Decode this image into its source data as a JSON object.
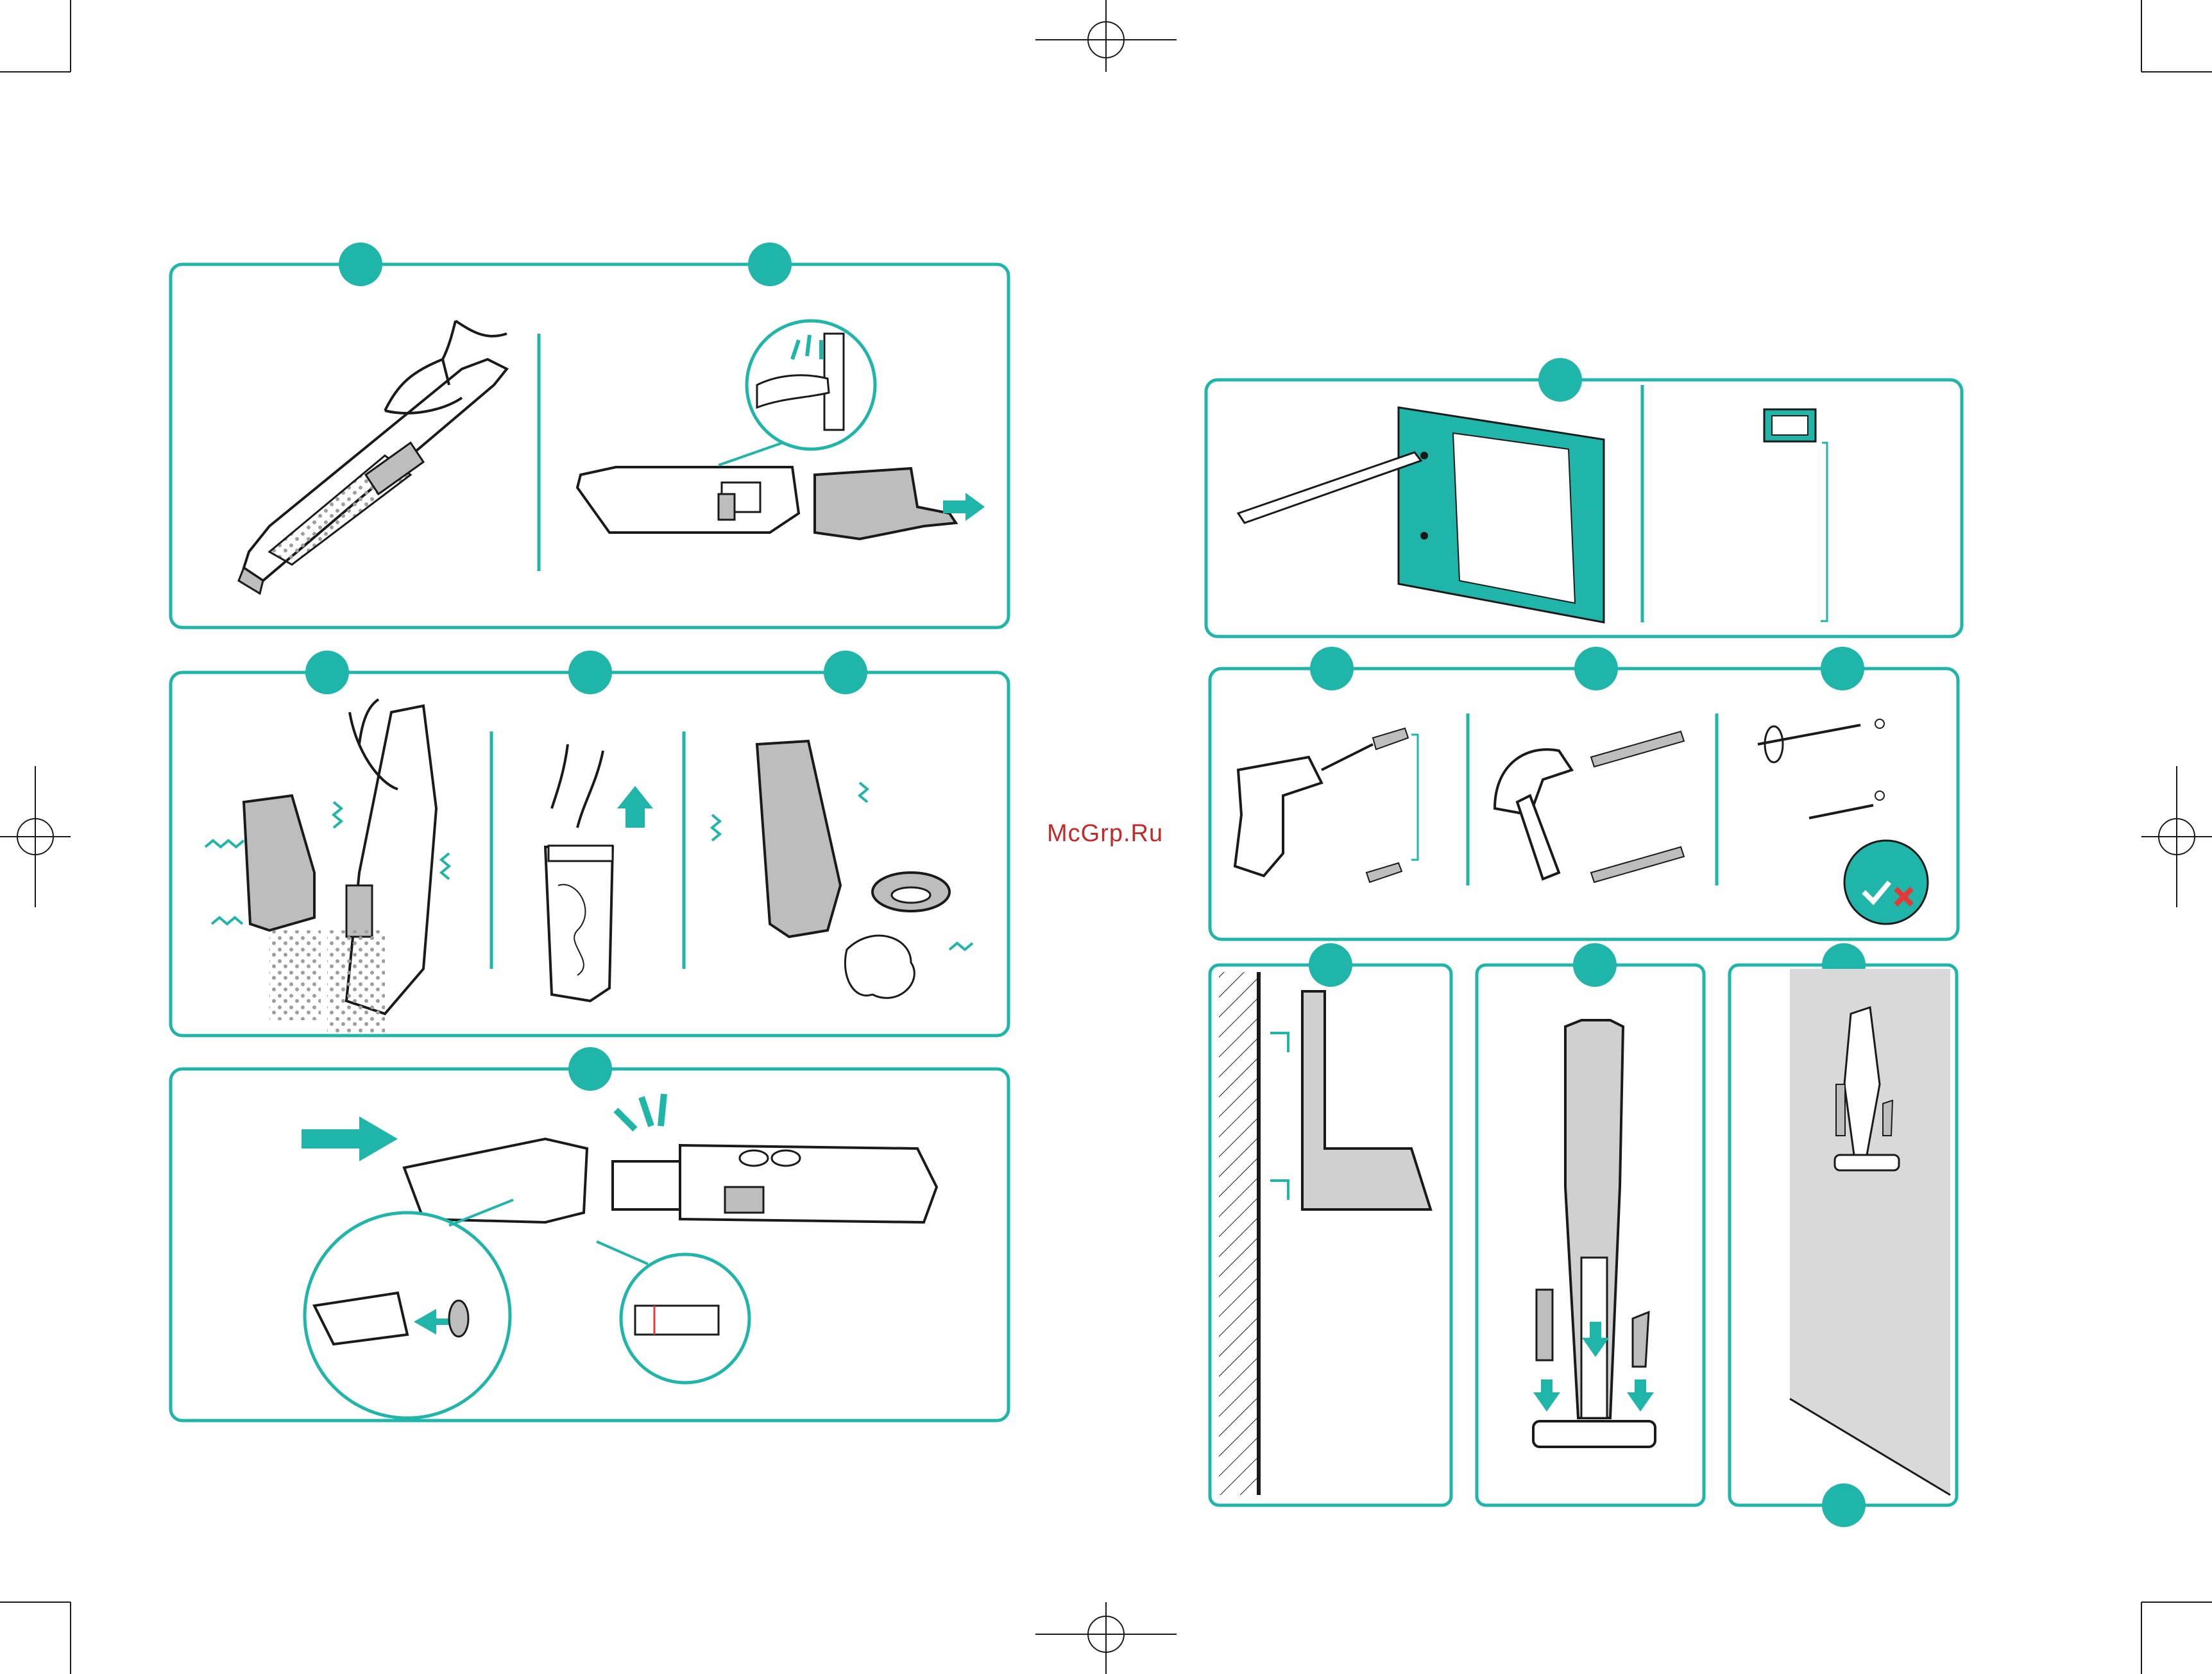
{
  "watermark": {
    "text": "McGrp.Ru"
  },
  "colors": {
    "accent": "#1fb5a8",
    "accent_dark": "#0f9a8e",
    "outline": "#1a1a1a",
    "device_grey": "#bdbdbd",
    "wall_grey": "#d9d9d9",
    "error_red": "#e53935"
  },
  "panels": [
    {
      "id": "empty-dust-bin",
      "steps": 2,
      "icons": [
        "hand-icon",
        "vacuum-icon",
        "release-button-icon",
        "arrow-right-icon"
      ]
    },
    {
      "id": "clean-filter",
      "steps": 3,
      "icons": [
        "shake-icon",
        "dust-icon",
        "filter-bag-icon",
        "arrow-up-icon"
      ]
    },
    {
      "id": "reassemble",
      "steps": 1,
      "icons": [
        "arrow-right-icon",
        "click-icon",
        "detail-zoom-icon"
      ]
    },
    {
      "id": "wall-template",
      "steps": 1,
      "icons": [
        "pencil-icon",
        "template-icon",
        "level-icon"
      ]
    },
    {
      "id": "drill-and-mount",
      "steps": 3,
      "icons": [
        "drill-icon",
        "hammer-icon",
        "screwdriver-icon",
        "check-icon",
        "cross-icon"
      ]
    },
    {
      "id": "dock-on-wall",
      "steps": 3,
      "icons": [
        "wall-bracket-icon",
        "charging-base-icon",
        "wall-mounted-vacuum-icon"
      ]
    }
  ]
}
